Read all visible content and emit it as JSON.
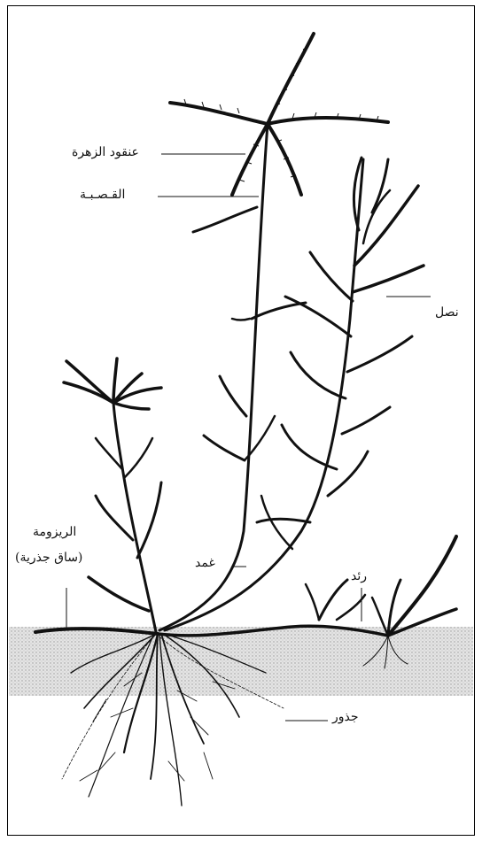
{
  "labels": {
    "flower_spikes": "عنقود الزهرة",
    "stem": "القـصـبـة",
    "blade": "نصل",
    "rhizome": "الريزومة",
    "rhizome_note": "(ساق جذرية)",
    "sheath": "غمد",
    "stolon": "رئد",
    "roots": "جذور"
  },
  "colors": {
    "ink": "#111111",
    "soil": "#bdbdbd",
    "frame": "#000000"
  }
}
